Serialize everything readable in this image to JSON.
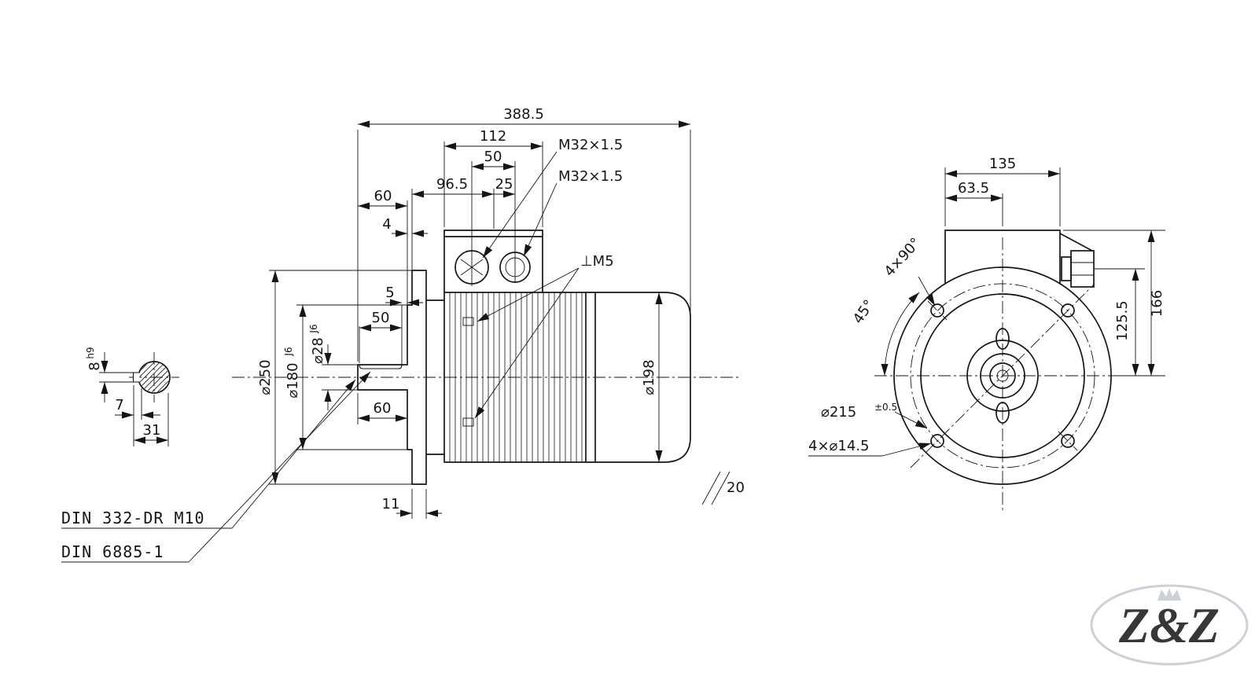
{
  "side_view": {
    "dims": {
      "overall_length": "388.5",
      "terminal_box_width": "112",
      "gland_spacing": "50",
      "flange_to_box_center": "96.5",
      "box_center_to_gland": "25",
      "shaft_length_top": "60",
      "spigot_depth": "4",
      "shaft_step": "5",
      "keyway_length": "50",
      "shaft_length_bottom": "60",
      "flange_thickness": "11",
      "flange_od": "⌀250",
      "spigot_dia": "⌀180",
      "spigot_tol": "J6",
      "shaft_dia": "⌀28",
      "shaft_tol": "J6",
      "body_dia": "⌀198",
      "chamfer": "20"
    },
    "labels": {
      "gland_top": "M32×1.5",
      "gland_front": "M32×1.5",
      "earth_terminal": "⊥M5",
      "centre_hole_note": "DIN 332-DR M10",
      "keyway_note": "DIN 6885-1"
    }
  },
  "key_section": {
    "key_width": "8",
    "key_width_tol": "h9",
    "key_height": "7",
    "shaft_keyway_depth": "31"
  },
  "front_view": {
    "dims": {
      "terminal_box_width": "135",
      "box_center_offset": "63.5",
      "box_top_height": "166",
      "gland_axis_height": "125.5",
      "hole_pattern": "4×90°",
      "hole_angle": "45°",
      "bolt_circle_dia": "⌀215",
      "bolt_circle_tol": "±0.5",
      "mounting_holes": "4×⌀14.5"
    }
  },
  "watermark": {
    "text": "Z&Z"
  }
}
